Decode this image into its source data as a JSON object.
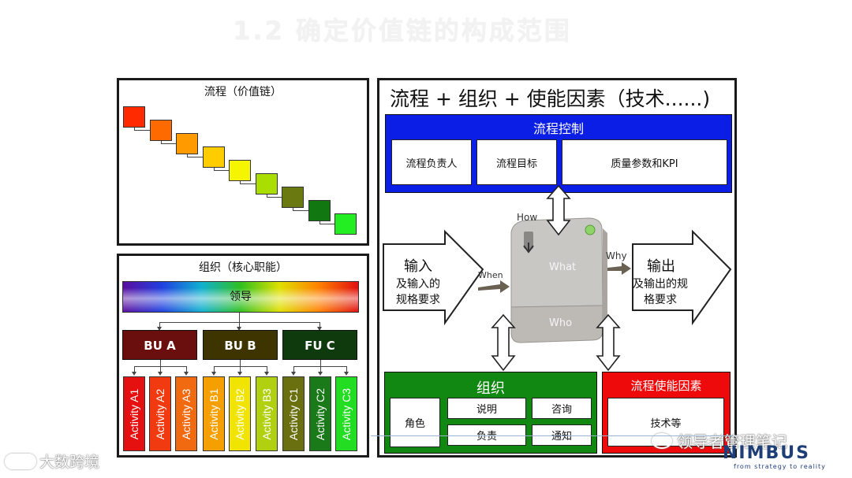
{
  "slide": {
    "title": "1.2 确定价值链的构成范围"
  },
  "process_panel": {
    "title": "流程（价值链）",
    "steps": [
      "#ff2a00",
      "#ff6a00",
      "#ff9a00",
      "#ffcc00",
      "#f5f500",
      "#aadd00",
      "#6b7a10",
      "#117711",
      "#22ee22"
    ]
  },
  "org_panel": {
    "title": "组织（核心职能）",
    "leader": "领导",
    "units": [
      {
        "label": "BU A",
        "color": "#6a0e0e"
      },
      {
        "label": "BU B",
        "color": "#3e3400"
      },
      {
        "label": "FU C",
        "color": "#0e3a0e"
      }
    ],
    "activities": [
      {
        "label": "Activity A1",
        "color": "#e51010"
      },
      {
        "label": "Activity A2",
        "color": "#f23a10"
      },
      {
        "label": "Activity A3",
        "color": "#f26a10"
      },
      {
        "label": "Activity B1",
        "color": "#f5a000"
      },
      {
        "label": "Activity B2",
        "color": "#f0e400"
      },
      {
        "label": "Activity B3",
        "color": "#b0d010"
      },
      {
        "label": "Activity C1",
        "color": "#6a7010"
      },
      {
        "label": "Activity C2",
        "color": "#1a7a1a"
      },
      {
        "label": "Activity C3",
        "color": "#22dd22"
      }
    ]
  },
  "right_panel": {
    "title": "流程 + 组织 + 使能因素（技术......)",
    "control": {
      "header": "流程控制",
      "items": [
        "流程负责人",
        "流程目标",
        "质量参数和KPI"
      ]
    },
    "input": {
      "title": "输入",
      "desc1": "及输入的",
      "desc2": "规格要求"
    },
    "output": {
      "title": "输出",
      "desc1": "及输出的规",
      "desc2": "格要求"
    },
    "device": {
      "how": "How",
      "what": "What",
      "when": "When",
      "why": "Why",
      "who": "Who"
    },
    "organization": {
      "header": "组织",
      "role": "角色",
      "items": [
        "说明",
        "咨询",
        "负责",
        "通知"
      ]
    },
    "enablers": {
      "header": "流程使能因素",
      "item": "技术等"
    }
  },
  "watermarks": {
    "left": "大数跨境",
    "right": "领导者管理笔记",
    "brand": "NIMBUS",
    "tagline": "from strategy to reality"
  }
}
